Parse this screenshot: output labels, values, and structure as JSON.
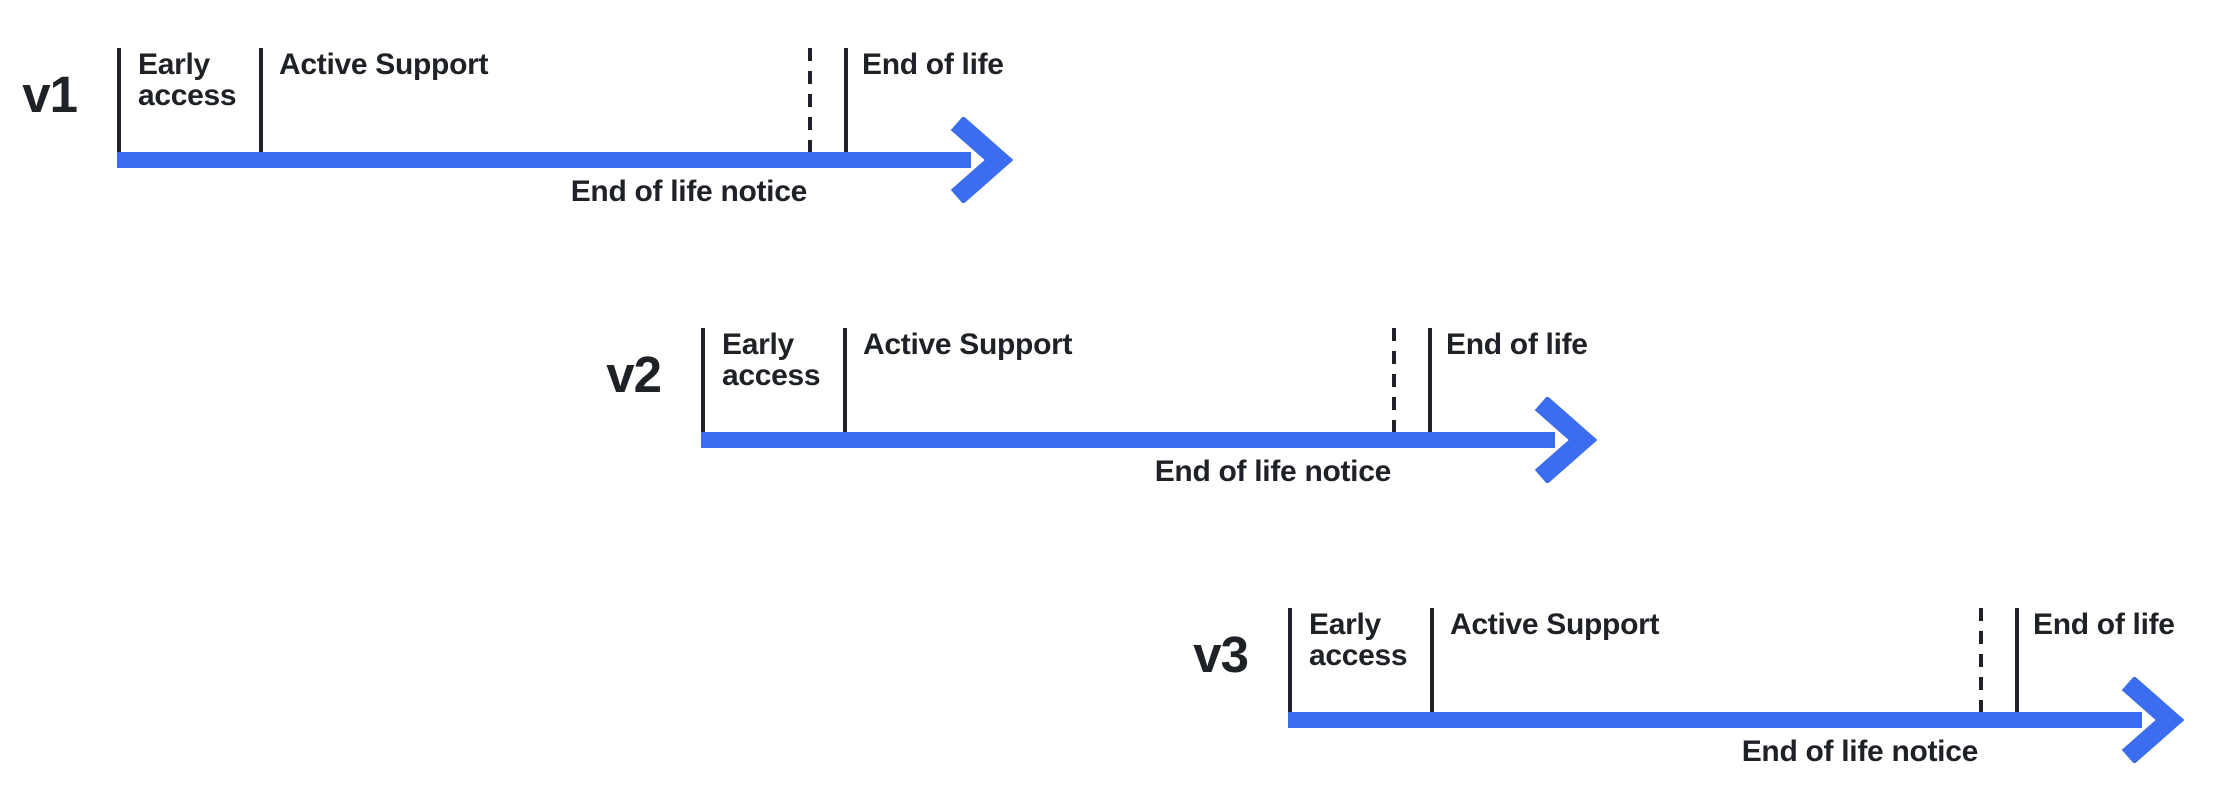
{
  "diagram": {
    "colors": {
      "arrow_blue": "#3c6cf0",
      "ink": "#1e2125",
      "background": "#ffffff"
    },
    "versions": [
      {
        "name": "v1",
        "early_access": "Early access",
        "active_support": "Active Support",
        "end_of_life": "End of life",
        "end_of_life_notice": "End of life notice"
      },
      {
        "name": "v2",
        "early_access": "Early access",
        "active_support": "Active Support",
        "end_of_life": "End of life",
        "end_of_life_notice": "End of life notice"
      },
      {
        "name": "v3",
        "early_access": "Early access",
        "active_support": "Active Support",
        "end_of_life": "End of life",
        "end_of_life_notice": "End of life notice"
      }
    ]
  }
}
